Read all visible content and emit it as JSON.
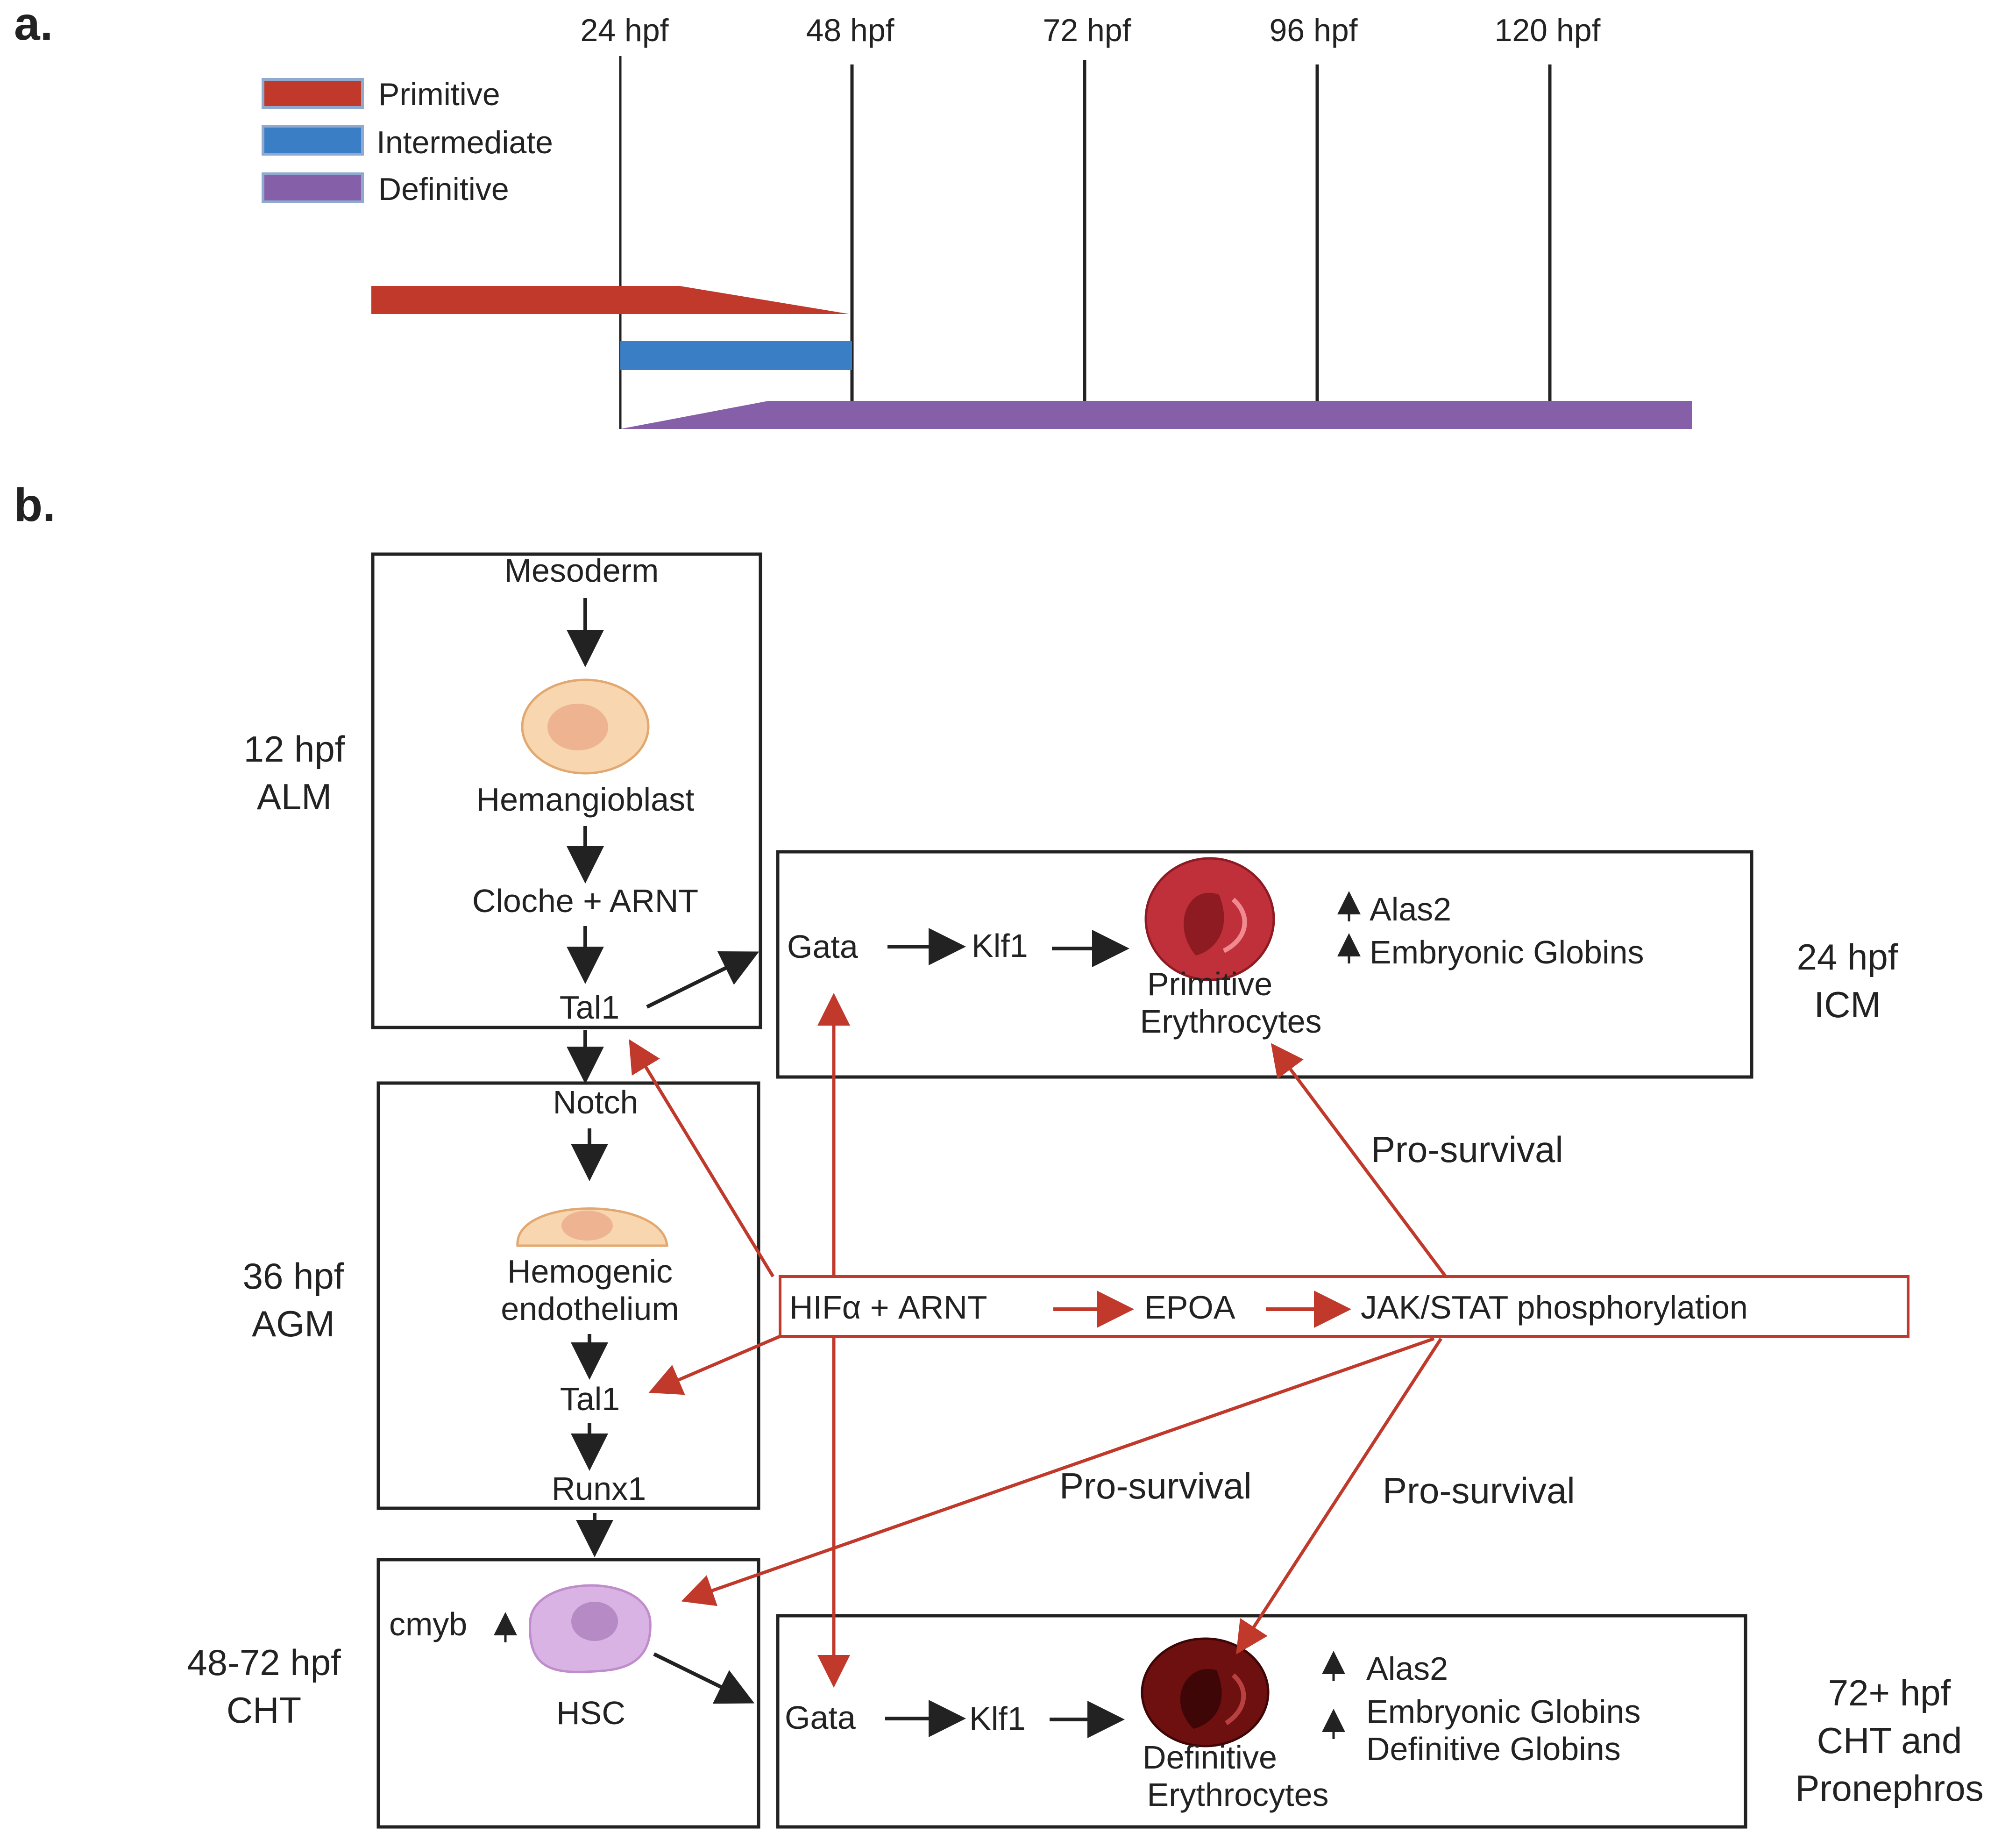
{
  "panel_a": {
    "label": "a.",
    "timepoints": [
      "24 hpf",
      "48 hpf",
      "72 hpf",
      "96 hpf",
      "120 hpf"
    ],
    "legend": [
      {
        "label": "Primitive",
        "color": "#c0392b"
      },
      {
        "label": "Intermediate",
        "color": "#3a7ec5"
      },
      {
        "label": "Definitive",
        "color": "#8560a8"
      }
    ]
  },
  "panel_b": {
    "label": "b.",
    "stages": {
      "alm": [
        "12 hpf",
        "ALM"
      ],
      "agm": [
        "36 hpf",
        "AGM"
      ],
      "cht": [
        "48-72 hpf",
        "CHT"
      ],
      "icm": [
        "24 hpf",
        "ICM"
      ],
      "pro": [
        "72+ hpf",
        "CHT and",
        "Pronephros"
      ]
    },
    "alm_box": {
      "mesoderm": "Mesoderm",
      "hemangioblast": "Hemangioblast",
      "cloche": "Cloche + ARNT",
      "tal1": "Tal1"
    },
    "agm_box": {
      "notch": "Notch",
      "hemogenic_1": "Hemogenic",
      "hemogenic_2": "endothelium",
      "tal1": "Tal1",
      "runx1": "Runx1"
    },
    "cht_box": {
      "cmyb": "cmyb",
      "hsc": "HSC"
    },
    "primitive_box": {
      "gata": "Gata",
      "klf1": "Klf1",
      "cell_1": "Primitive",
      "cell_2": "Erythrocytes",
      "genes": [
        "Alas2",
        "Embryonic Globins"
      ]
    },
    "definitive_box": {
      "gata": "Gata",
      "klf1": "Klf1",
      "cell_1": "Definitive",
      "cell_2": "Erythrocytes",
      "genes": [
        "Alas2",
        "Embryonic Globins",
        "Definitive Globins"
      ]
    },
    "hif_box": {
      "hif": "HIFα + ARNT",
      "epoa": "EPOA",
      "jak": "JAK/STAT phosphorylation"
    },
    "pro_survival": [
      "Pro-survival",
      "Pro-survival",
      "Pro-survival"
    ],
    "colors": {
      "red_arrow": "#c0392b",
      "black_arrow": "#222222",
      "primitive_cell": "#c0303a",
      "definitive_cell": "#6e1010",
      "progenitor_cell": "#f7d6b0",
      "hsc_cell": "#d9b3e3"
    }
  }
}
